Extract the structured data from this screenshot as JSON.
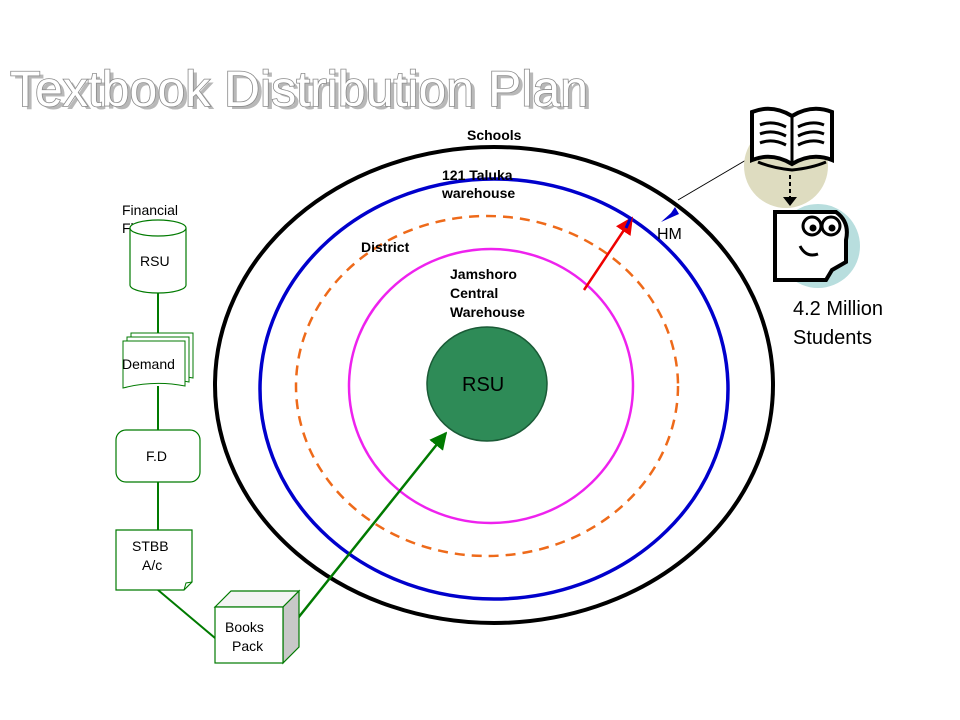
{
  "slide": {
    "title": "Textbook Distribution Plan"
  },
  "rings": {
    "schools": "Schools",
    "taluka_line1": "121 Taluka",
    "taluka_line2": "warehouse",
    "district": "District",
    "central_line1": "Jamshoro",
    "central_line2": "Central",
    "central_line3": "Warehouse",
    "center": "RSU",
    "hm": "HM"
  },
  "financial_flow": {
    "heading_line1": "Financial",
    "heading_line2": "Flow",
    "rsu": "RSU",
    "demand": "Demand",
    "fd": "F.D",
    "stbb_line1": "STBB",
    "stbb_line2": "A/c",
    "books_line1": "Books",
    "books_line2": "Pack"
  },
  "students": {
    "line1": "4.2 Million",
    "line2": "Students"
  },
  "colors": {
    "schools_ring": "#000000",
    "taluka_ring": "#0000cc",
    "district_ring": "#ee6a1a",
    "central_ring": "#ee22ee",
    "center_fill": "#2e8b57",
    "flow_line": "#007a00",
    "red_arrow": "#ee0000"
  },
  "icons": [
    "open-book-icon",
    "reading-student-icon"
  ]
}
